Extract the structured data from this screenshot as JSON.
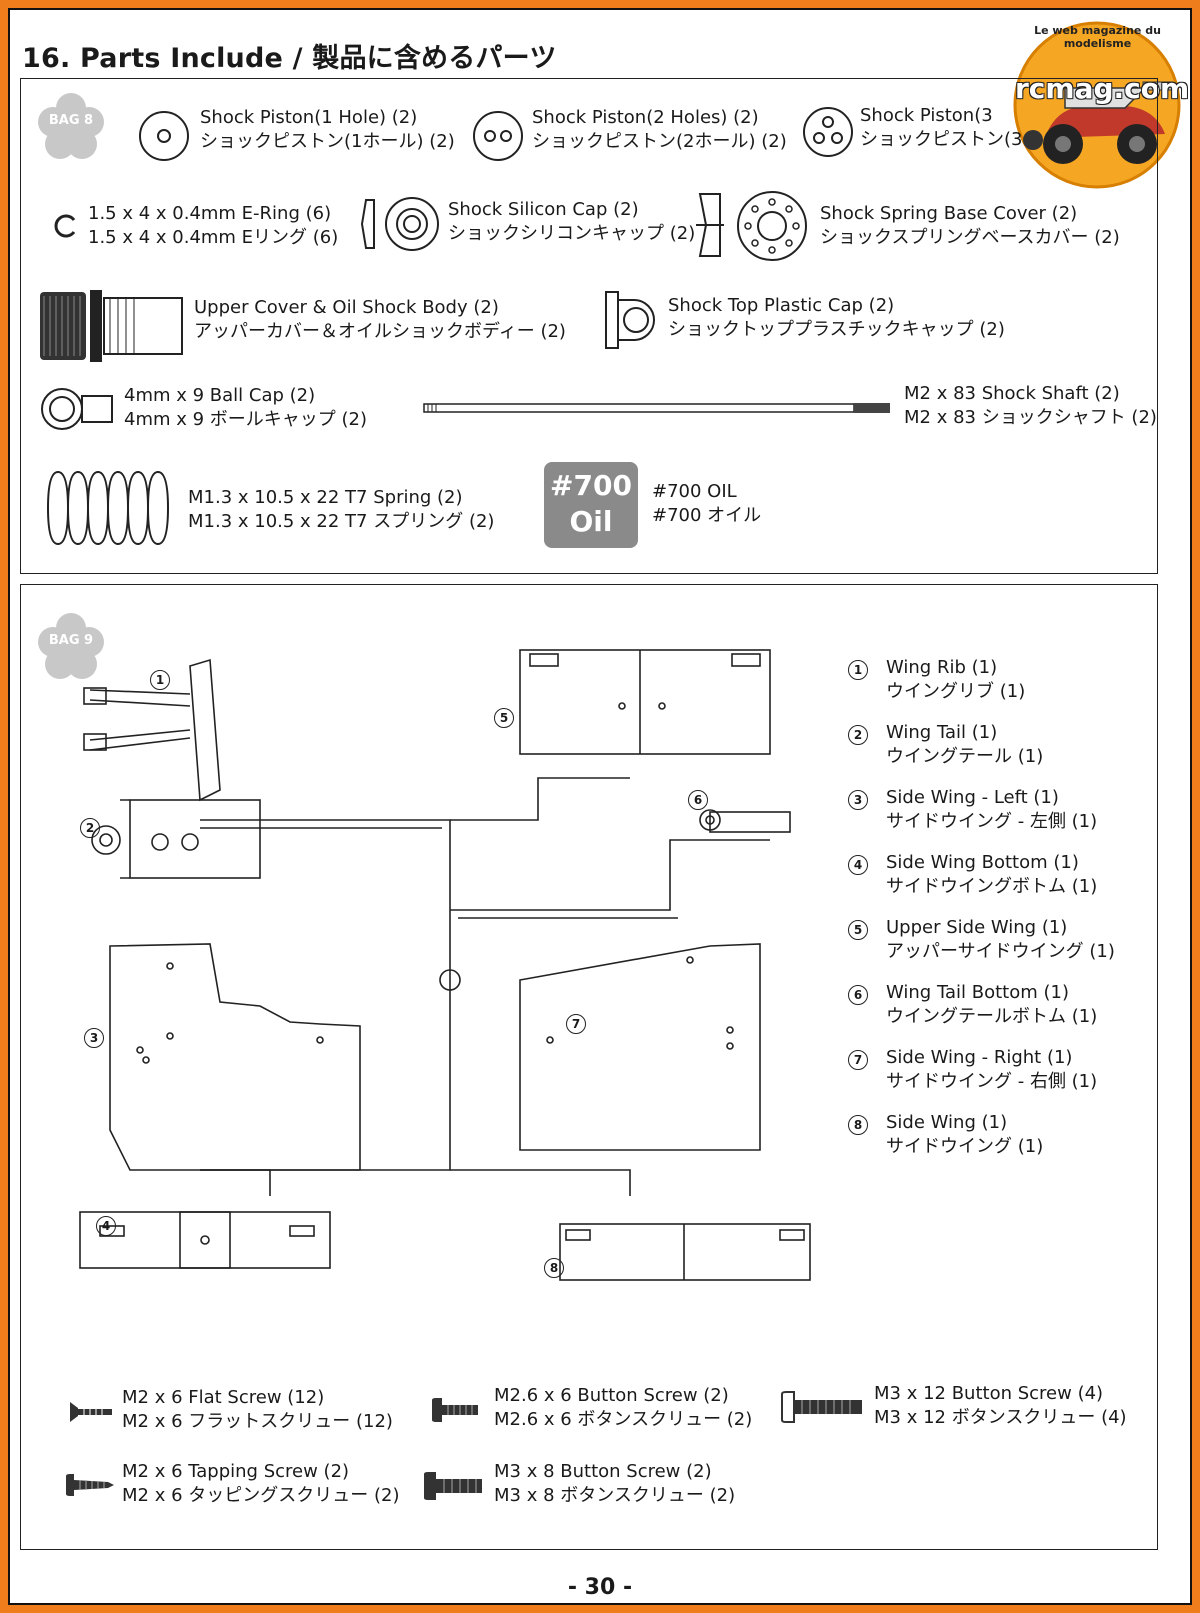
{
  "title": "16. Parts Include / 製品に含めるパーツ",
  "logo": {
    "brand": "rcmag.com",
    "tagline": "Le web magazine du modelisme"
  },
  "bag8": {
    "badge": "BAG 8",
    "parts": [
      {
        "en": "Shock Piston(1 Hole) (2)",
        "jp": "ショックピストン(1ホール) (2)"
      },
      {
        "en": "Shock Piston(2 Holes) (2)",
        "jp": "ショックピストン(2ホール) (2)"
      },
      {
        "en": "Shock Piston(3",
        "jp": "ショックピストン(3"
      },
      {
        "en": "1.5 x 4 x 0.4mm E-Ring (6)",
        "jp": "1.5 x 4 x 0.4mm Eリング (6)"
      },
      {
        "en": "Shock Silicon Cap (2)",
        "jp": "ショックシリコンキャップ (2)"
      },
      {
        "en": "Shock Spring Base Cover (2)",
        "jp": "ショックスプリングベースカバー (2)"
      },
      {
        "en": "Upper Cover & Oil Shock Body (2)",
        "jp": "アッパーカバー＆オイルショックボディー (2)"
      },
      {
        "en": "Shock Top Plastic Cap (2)",
        "jp": "ショックトッププラスチックキャップ (2)"
      },
      {
        "en": "4mm x 9 Ball Cap (2)",
        "jp": "4mm x 9 ボールキャップ (2)"
      },
      {
        "en": "M2 x 83 Shock Shaft (2)",
        "jp": "M2 x 83 ショックシャフト (2)"
      },
      {
        "en": "M1.3 x 10.5 x 22 T7 Spring (2)",
        "jp": "M1.3 x 10.5 x 22 T7 スプリング (2)"
      },
      {
        "en": "#700 OIL",
        "jp": "#700 オイル"
      }
    ],
    "oil_badge": {
      "line1": "#700",
      "line2": "Oil"
    }
  },
  "bag9": {
    "badge": "BAG 9",
    "legend": [
      {
        "n": "1",
        "en": "Wing Rib (1)",
        "jp": "ウイングリブ (1)"
      },
      {
        "n": "2",
        "en": "Wing Tail (1)",
        "jp": "ウイングテール (1)"
      },
      {
        "n": "3",
        "en": "Side Wing - Left (1)",
        "jp": "サイドウイング - 左側 (1)"
      },
      {
        "n": "4",
        "en": "Side Wing Bottom (1)",
        "jp": "サイドウイングボトム (1)"
      },
      {
        "n": "5",
        "en": "Upper Side Wing (1)",
        "jp": "アッパーサイドウイング (1)"
      },
      {
        "n": "6",
        "en": "Wing Tail Bottom (1)",
        "jp": "ウイングテールボトム (1)"
      },
      {
        "n": "7",
        "en": "Side Wing - Right (1)",
        "jp": "サイドウイング - 右側 (1)"
      },
      {
        "n": "8",
        "en": "Side Wing (1)",
        "jp": "サイドウイング (1)"
      }
    ],
    "screws": [
      {
        "en": "M2 x 6 Flat Screw (12)",
        "jp": "M2 x 6 フラットスクリュー (12)"
      },
      {
        "en": "M2.6 x 6 Button Screw (2)",
        "jp": "M2.6 x 6 ボタンスクリュー (2)"
      },
      {
        "en": "M3 x 12 Button Screw (4)",
        "jp": "M3 x 12 ボタンスクリュー (4)"
      },
      {
        "en": "M2 x 6 Tapping Screw (2)",
        "jp": "M2 x 6 タッピングスクリュー (2)"
      },
      {
        "en": "M3 x 8 Button Screw (2)",
        "jp": "M3 x 8 ボタンスクリュー (2)"
      }
    ]
  },
  "page_number": "- 30 -"
}
